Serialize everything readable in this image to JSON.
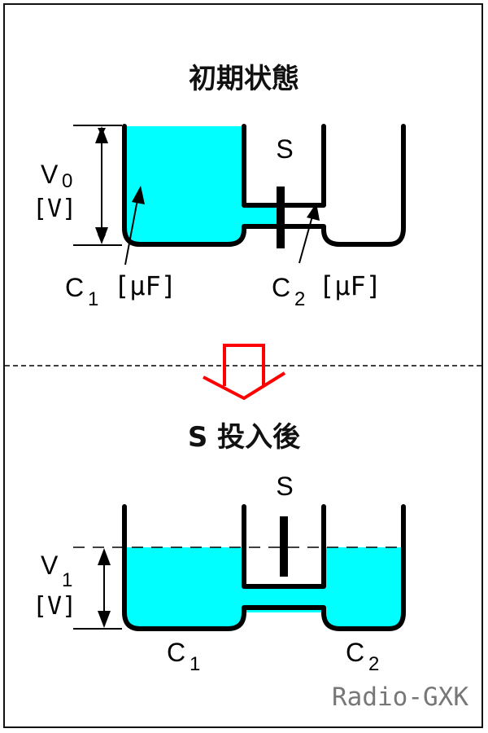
{
  "colors": {
    "liquid": "#00FFFF",
    "arrow": "#FF0000",
    "ink": "#000000",
    "watermark": "#777777"
  },
  "initial_state": {
    "title": "初期状態",
    "switch_label": "S",
    "voltage_label": "V",
    "voltage_sub": "0",
    "voltage_unit": "[V]",
    "c1_label": "C",
    "c1_sub": "1",
    "c1_unit": "[μF]",
    "c2_label": "C",
    "c2_sub": "2",
    "c2_unit": "[μF]"
  },
  "transition": {
    "arrow_icon": "down-arrow-icon"
  },
  "after_state": {
    "title": "S 投入後",
    "switch_label": "S",
    "voltage_label": "V",
    "voltage_sub": "1",
    "voltage_unit": "[V]",
    "c1_label": "C",
    "c1_sub": "1",
    "c2_label": "C",
    "c2_sub": "2"
  },
  "watermark": "Radio-GXK"
}
